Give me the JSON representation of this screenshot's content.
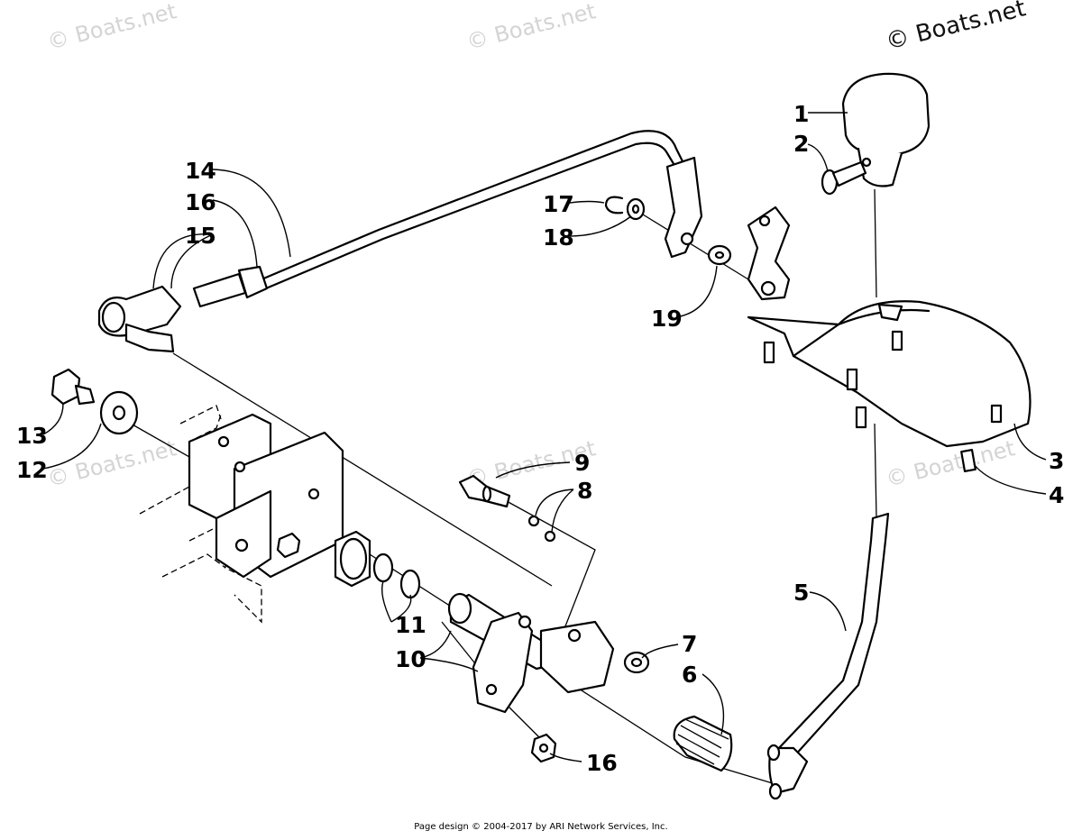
{
  "watermark": {
    "text": "© Boats.net",
    "main_text": "© Boats.net"
  },
  "callouts": {
    "c1": "1",
    "c2": "2",
    "c3": "3",
    "c4": "4",
    "c5": "5",
    "c6": "6",
    "c7": "7",
    "c8": "8",
    "c9": "9",
    "c10": "10",
    "c11": "11",
    "c12": "12",
    "c13": "13",
    "c14": "14",
    "c15": "15",
    "c16a": "16",
    "c16b": "16",
    "c17": "17",
    "c18": "18",
    "c19": "19"
  },
  "footer": {
    "text": "Page design © 2004-2017 by ARI Network Services, Inc."
  }
}
